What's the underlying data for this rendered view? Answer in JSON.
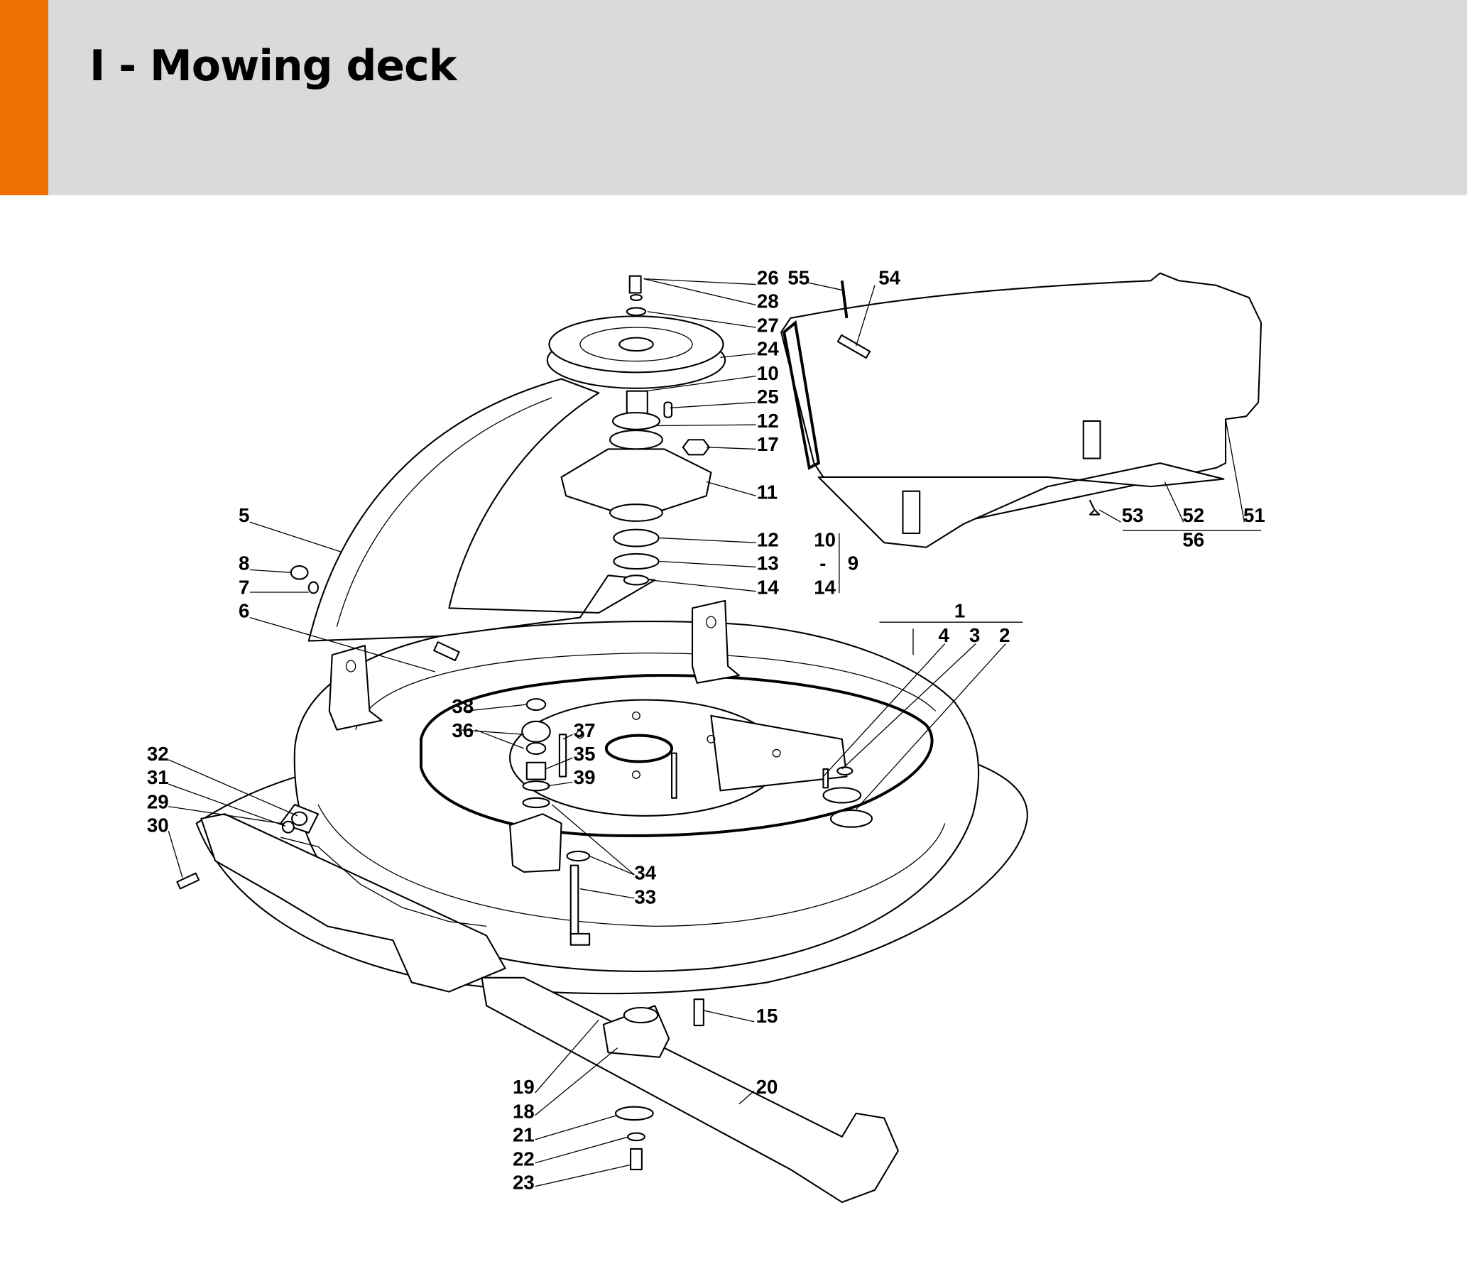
{
  "header": {
    "title": "I - Mowing deck",
    "accent_color": "#ef7103",
    "background_color": "#d9dbda"
  },
  "callouts": {
    "c26": "26",
    "c55": "55",
    "c54": "54",
    "c28": "28",
    "c27": "27",
    "c24": "24",
    "c10": "10",
    "c25": "25",
    "c12a": "12",
    "c17": "17",
    "c11": "11",
    "c12b": "12",
    "c13": "13",
    "c14": "14",
    "c5": "5",
    "c8": "8",
    "c7": "7",
    "c6": "6",
    "c1": "1",
    "c4": "4",
    "c3": "3",
    "c2": "2",
    "c53": "53",
    "c52": "52",
    "c51": "51",
    "c56": "56",
    "c38": "38",
    "c36": "36",
    "c37": "37",
    "c35": "35",
    "c39": "39",
    "c32": "32",
    "c31": "31",
    "c29": "29",
    "c30": "30",
    "c34": "34",
    "c33": "33",
    "c15": "15",
    "c19": "19",
    "c20": "20",
    "c18": "18",
    "c21": "21",
    "c22": "22",
    "c23": "23"
  },
  "group_9": {
    "from": "10",
    "dash": "-",
    "to": "14",
    "label": "9"
  }
}
